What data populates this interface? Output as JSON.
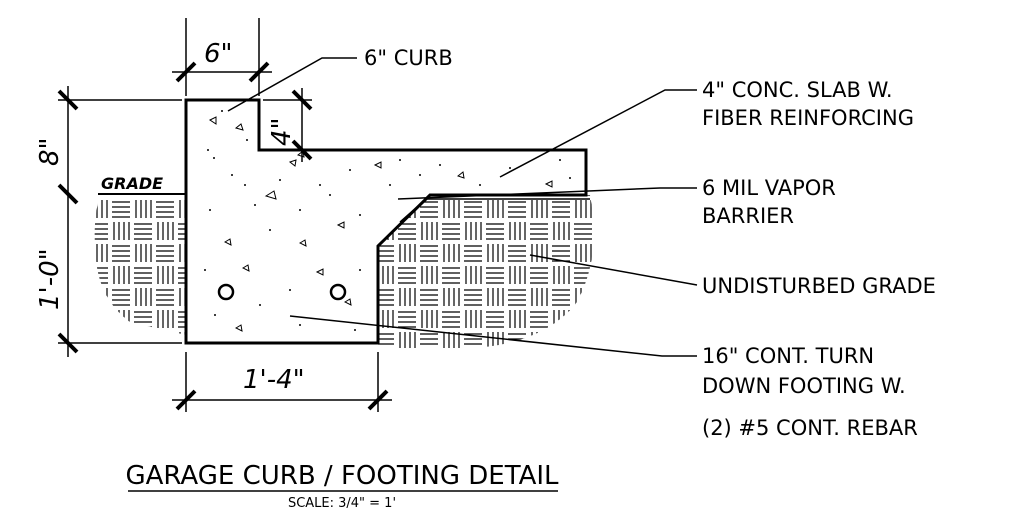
{
  "dimensions": {
    "curb_width": "6\"",
    "curb_height": "4\"",
    "top_height": "8\"",
    "bottom_height": "1'-0\"",
    "footing_width": "1'-4\""
  },
  "labels": {
    "grade": "GRADE"
  },
  "notes": {
    "curb": "6\" CURB",
    "slab_line1": "4\" CONC. SLAB W.",
    "slab_line2": "FIBER REINFORCING",
    "vapor_line1": "6 MIL VAPOR",
    "vapor_line2": "BARRIER",
    "undisturbed": "UNDISTURBED GRADE",
    "footing_line1": "16\" CONT. TURN",
    "footing_line2": "DOWN FOOTING W.",
    "footing_line3": "(2) #5 CONT. REBAR"
  },
  "title": {
    "main": "GARAGE CURB / FOOTING DETAIL",
    "scale": "SCALE: 3/4\" = 1'"
  }
}
